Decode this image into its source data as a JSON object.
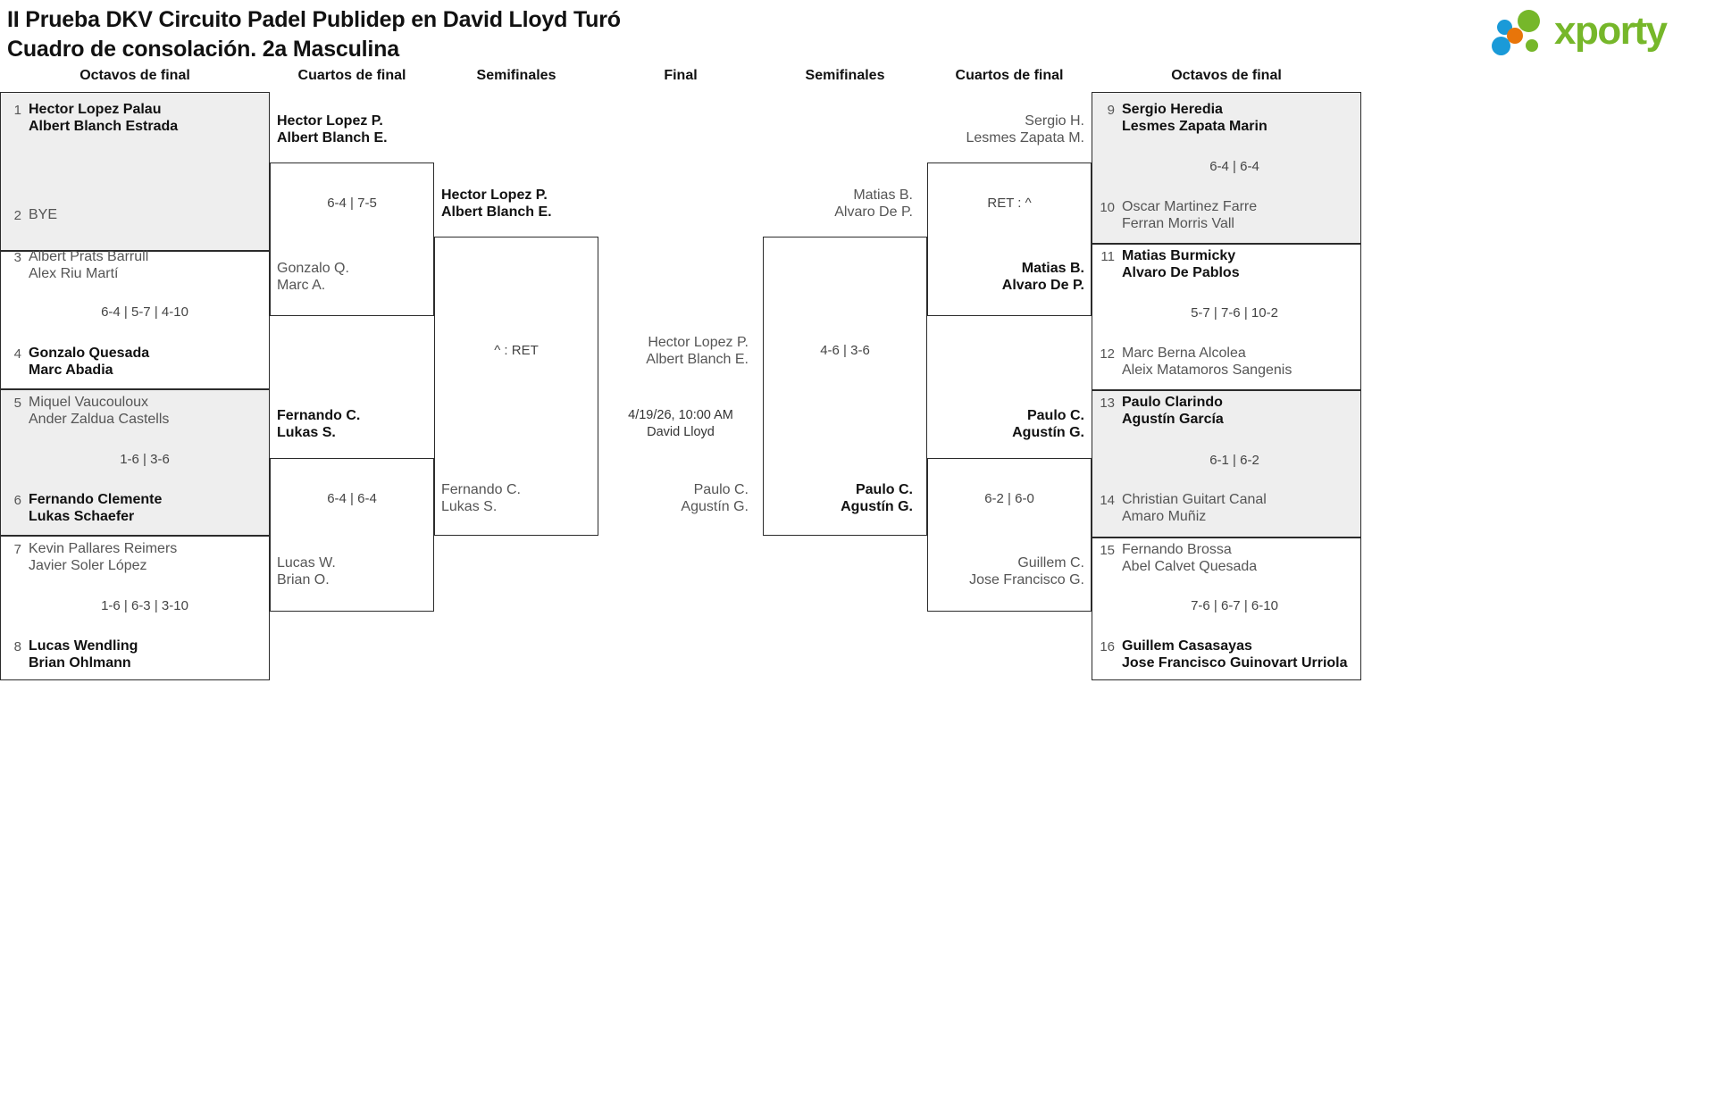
{
  "header": {
    "title_line1": "II Prueba DKV Circuito Padel Publidep en David Lloyd Turó",
    "title_line2": "Cuadro de consolación. 2a Masculina",
    "logo_text": "xporty",
    "logo_colors": {
      "blue": "#1a9ad8",
      "orange": "#e8750a",
      "green": "#76b72a"
    }
  },
  "round_headers": {
    "left_r16": "Octavos de final",
    "left_qf": "Cuartos de final",
    "left_sf": "Semifinales",
    "final": "Final",
    "right_sf": "Semifinales",
    "right_qf": "Cuartos de final",
    "right_r16": "Octavos de final"
  },
  "left_r16": [
    {
      "seed": "1",
      "n1": "Hector Lopez Palau",
      "n2": "Albert Blanch Estrada",
      "winner": true
    },
    {
      "seed": "2",
      "n1": "BYE",
      "n2": "",
      "winner": false
    },
    {
      "seed": "3",
      "n1": "Albert Prats Barrull",
      "n2": "Alex Riu Martí",
      "winner": false
    },
    {
      "seed": "4",
      "n1": "Gonzalo Quesada",
      "n2": "Marc Abadia",
      "winner": true
    },
    {
      "seed": "5",
      "n1": "Miquel Vaucouloux",
      "n2": "Ander Zaldua Castells",
      "winner": false
    },
    {
      "seed": "6",
      "n1": "Fernando Clemente",
      "n2": "Lukas Schaefer",
      "winner": true
    },
    {
      "seed": "7",
      "n1": "Kevin Pallares Reimers",
      "n2": "Javier Soler López",
      "winner": false
    },
    {
      "seed": "8",
      "n1": "Lucas Wendling",
      "n2": "Brian Ohlmann",
      "winner": true
    }
  ],
  "left_r16_scores": [
    "",
    "6-4 | 5-7 | 4-10",
    "1-6 | 3-6",
    "1-6 | 6-3 | 3-10"
  ],
  "left_qf": [
    {
      "n1": "Hector Lopez P.",
      "n2": "Albert Blanch E.",
      "winner": true
    },
    {
      "n1": "Gonzalo Q.",
      "n2": "Marc A.",
      "winner": false
    },
    {
      "n1": "Fernando C.",
      "n2": "Lukas S.",
      "winner": true
    },
    {
      "n1": "Lucas W.",
      "n2": "Brian O.",
      "winner": false
    }
  ],
  "left_qf_scores": [
    "6-4 | 7-5",
    "6-4 | 6-4"
  ],
  "left_sf": [
    {
      "n1": "Hector Lopez P.",
      "n2": "Albert Blanch E.",
      "winner": true
    },
    {
      "n1": "Fernando C.",
      "n2": "Lukas S.",
      "winner": false
    }
  ],
  "left_sf_score": "^ : RET",
  "final": {
    "top": {
      "n1": "Hector Lopez P.",
      "n2": "Albert Blanch E.",
      "winner": false
    },
    "bottom": {
      "n1": "Paulo C.",
      "n2": "Agustín G.",
      "winner": false
    },
    "date": "4/19/26, 10:00 AM",
    "venue": "David Lloyd"
  },
  "right_sf": [
    {
      "n1": "Matias B.",
      "n2": "Alvaro De P.",
      "winner": false
    },
    {
      "n1": "Paulo C.",
      "n2": "Agustín G.",
      "winner": true
    }
  ],
  "right_sf_score": "4-6 | 3-6",
  "right_qf": [
    {
      "n1": "Sergio H.",
      "n2": "Lesmes Zapata M.",
      "winner": false
    },
    {
      "n1": "Matias B.",
      "n2": "Alvaro De P.",
      "winner": true
    },
    {
      "n1": "Paulo C.",
      "n2": "Agustín G.",
      "winner": true
    },
    {
      "n1": "Guillem C.",
      "n2": "Jose Francisco G.",
      "winner": false
    }
  ],
  "right_qf_scores": [
    "RET : ^",
    "6-2 | 6-0"
  ],
  "right_r16": [
    {
      "seed": "9",
      "n1": "Sergio Heredia",
      "n2": "Lesmes Zapata Marin",
      "winner": true
    },
    {
      "seed": "10",
      "n1": "Oscar Martinez Farre",
      "n2": "Ferran Morris Vall",
      "winner": false
    },
    {
      "seed": "11",
      "n1": "Matias Burmicky",
      "n2": "Alvaro De Pablos",
      "winner": true
    },
    {
      "seed": "12",
      "n1": "Marc Berna Alcolea",
      "n2": "Aleix Matamoros Sangenis",
      "winner": false
    },
    {
      "seed": "13",
      "n1": "Paulo Clarindo",
      "n2": "Agustín García",
      "winner": true
    },
    {
      "seed": "14",
      "n1": "Christian Guitart Canal",
      "n2": "Amaro Muñiz",
      "winner": false
    },
    {
      "seed": "15",
      "n1": "Fernando Brossa",
      "n2": "Abel Calvet Quesada",
      "winner": false
    },
    {
      "seed": "16",
      "n1": "Guillem Casasayas",
      "n2": "Jose Francisco Guinovart Urriola",
      "winner": true
    }
  ],
  "right_r16_scores": [
    "6-4 | 6-4",
    "5-7 | 7-6 | 10-2",
    "6-1 | 6-2",
    "7-6 | 6-7 | 6-10"
  ]
}
